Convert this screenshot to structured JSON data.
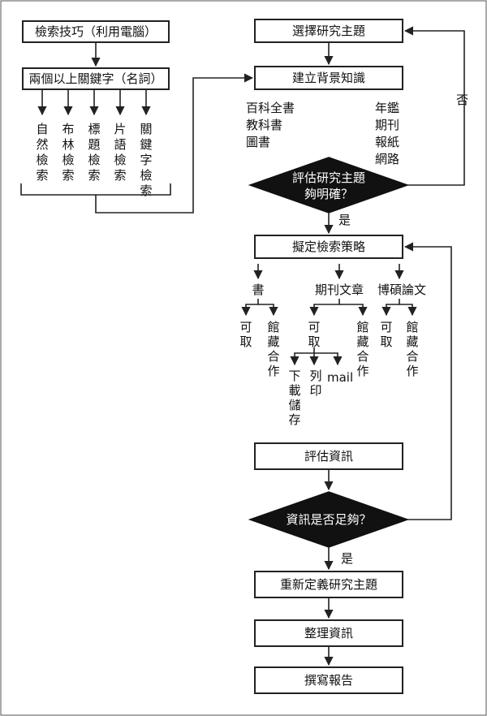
{
  "left": {
    "search_skill": "檢索技巧（利用電腦）",
    "keywords": "兩個以上關鍵字（名詞）",
    "methods": [
      "自然檢索",
      "布林檢索",
      "標題檢索",
      "片語檢索",
      "關鍵字檢索"
    ]
  },
  "right": {
    "choose_topic": "選擇研究主題",
    "background": "建立背景知識",
    "sources_left": [
      "百科全書",
      "教科書",
      "圖書"
    ],
    "sources_right": [
      "年鑑",
      "期刊",
      "報紙",
      "網路"
    ],
    "evaluate_topic_line1": "評估研究主題",
    "evaluate_topic_line2": "夠明確？",
    "no_label": "否",
    "yes_label": "是",
    "strategy": "擬定檢索策略",
    "branches": [
      "書",
      "期刊文章",
      "博碩論文"
    ],
    "available": "可取",
    "interlibrary": "館藏合作",
    "download": "下載儲存",
    "print": "列印",
    "mail": "mail",
    "evaluate_info": "評估資訊",
    "info_enough": "資訊是否足夠？",
    "redefine": "重新定義研究主題",
    "organize": "整理資訊",
    "write_report": "撰寫報告"
  }
}
